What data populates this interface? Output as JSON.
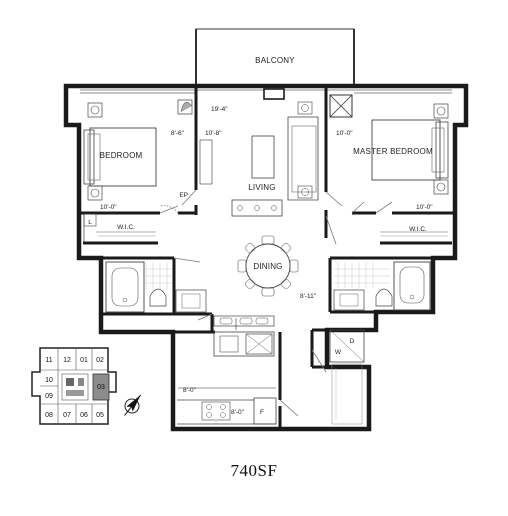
{
  "rooms": {
    "balcony": "BALCONY",
    "bedroom": "BEDROOM",
    "master_bedroom": "MASTER BEDROOM",
    "living": "LIVING",
    "dining": "DINING",
    "wic_left": "W.I.C.",
    "wic_right": "W.I.C."
  },
  "dimensions": {
    "living_width": "19'-4\"",
    "bedroom_width": "8'-6\"",
    "bedroom_width_alt": "10'-8\"",
    "master_width": "10'-0\"",
    "bedroom_depth": "10'-0\"",
    "master_depth": "10'-0\"",
    "bath_right": "8'-11\"",
    "kitchen_width": "8'-0\"",
    "kitchen_depth": "8'-0\""
  },
  "fixtures": {
    "ep": "EP",
    "linen": "L",
    "dryer": "D",
    "washer": "W",
    "fridge": "F"
  },
  "key_plan": {
    "units": [
      "11",
      "12",
      "01",
      "02",
      "10",
      "03",
      "09",
      "08",
      "07",
      "06",
      "05"
    ],
    "highlighted_unit": "03"
  },
  "area": "740SF"
}
